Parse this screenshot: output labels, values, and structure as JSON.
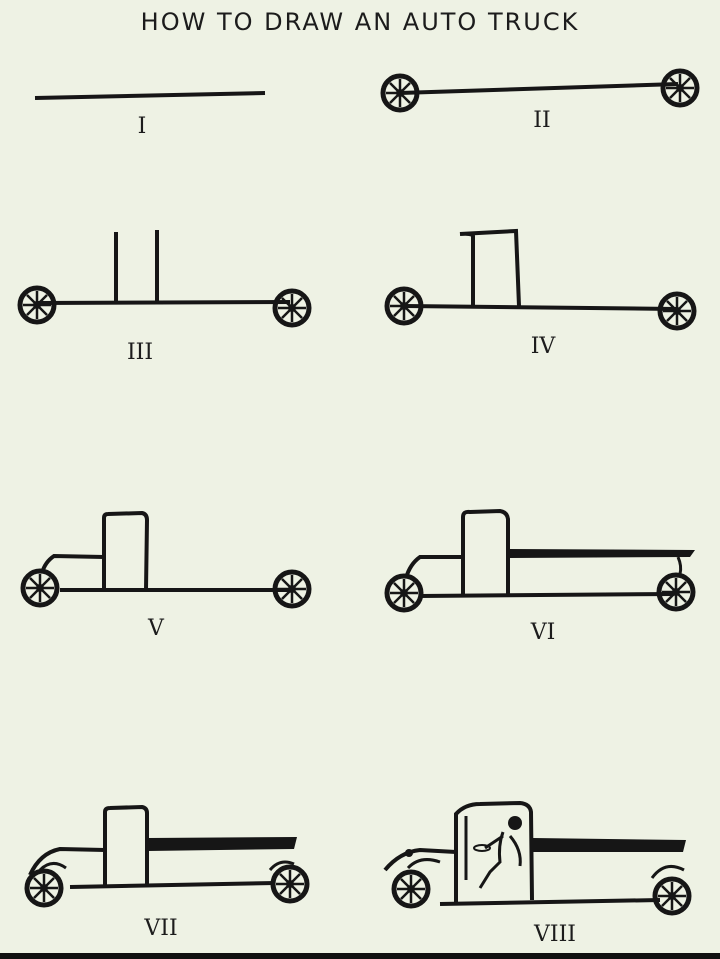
{
  "title": "HOW TO DRAW AN AUTO TRUCK",
  "steps": [
    {
      "numeral": "I"
    },
    {
      "numeral": "II"
    },
    {
      "numeral": "III"
    },
    {
      "numeral": "IV"
    },
    {
      "numeral": "V"
    },
    {
      "numeral": "VI"
    },
    {
      "numeral": "VII"
    },
    {
      "numeral": "VIII"
    }
  ]
}
